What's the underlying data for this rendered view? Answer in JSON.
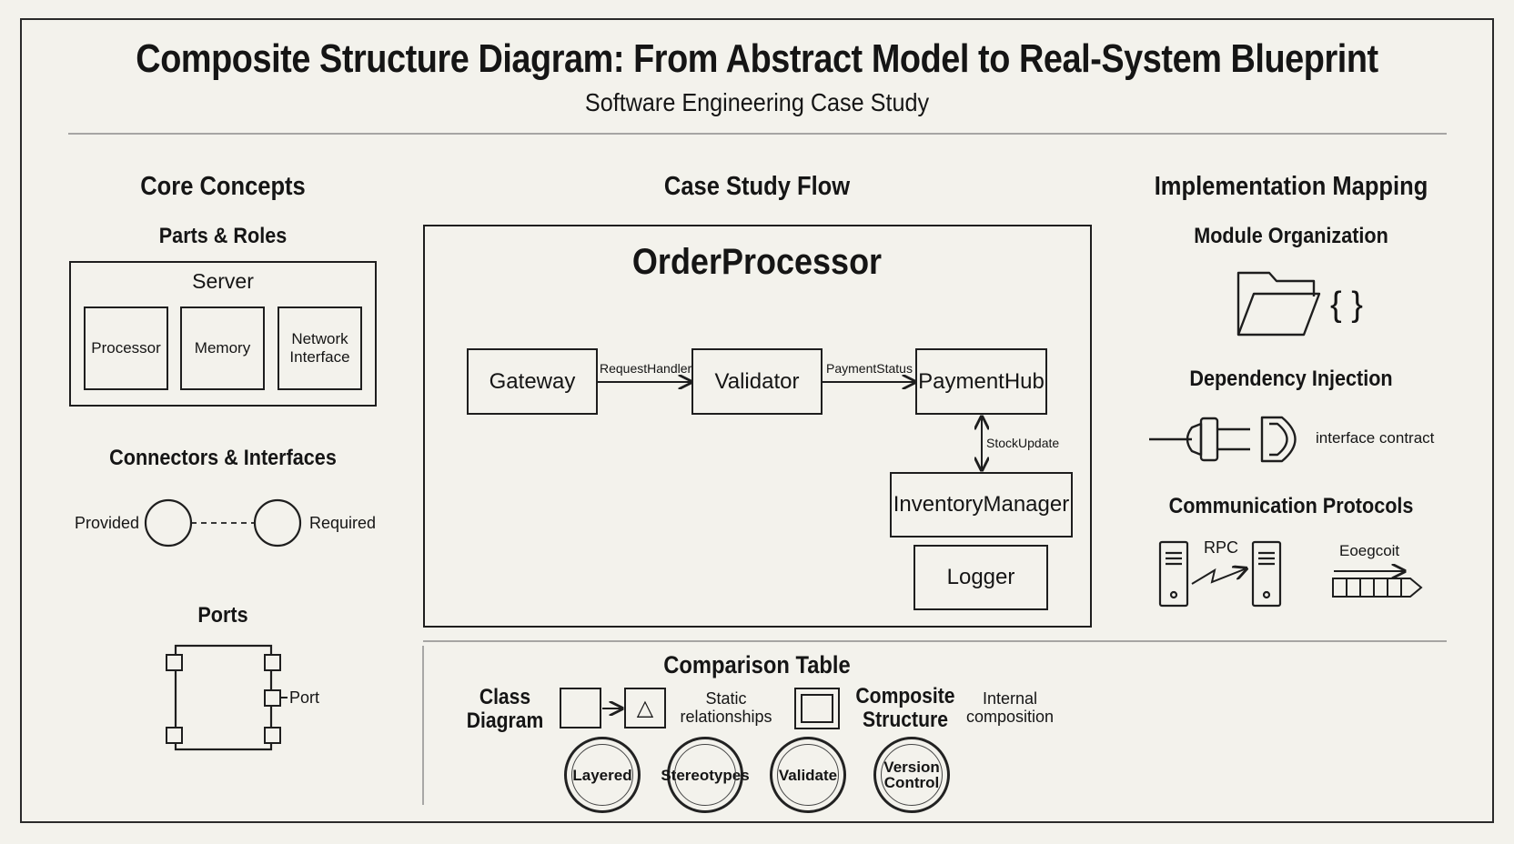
{
  "header": {
    "title": "Composite Structure Diagram: From Abstract Model to Real-System Blueprint",
    "subtitle": "Software Engineering Case Study"
  },
  "core": {
    "heading": "Core Concepts",
    "parts_heading": "Parts & Roles",
    "server_label": "Server",
    "parts": [
      "Processor",
      "Memory",
      "Network Interface"
    ],
    "connectors_heading": "Connectors & Interfaces",
    "provided_label": "Provided",
    "required_label": "Required",
    "ports_heading": "Ports",
    "port_label": "Port"
  },
  "flow": {
    "heading": "Case Study Flow",
    "title": "OrderProcessor",
    "components": {
      "gateway": "Gateway",
      "validator": "Validator",
      "paymenthub": "PaymentHub",
      "inventory": "InventoryManager",
      "logger": "Logger"
    },
    "connectors": {
      "gateway_validator": "RequestHandler",
      "validator_payment": "PaymentStatus",
      "payment_inventory": "StockUpdate"
    }
  },
  "comparison": {
    "heading": "Comparison Table",
    "class_label": "Class Diagram",
    "class_desc": "Static relationships",
    "composite_label": "Composite Structure",
    "composite_desc": "Internal composition",
    "badges": [
      "Layered",
      "Stereotypes",
      "Validate",
      "Version Control"
    ]
  },
  "impl": {
    "heading": "Implementation Mapping",
    "module_heading": "Module Organization",
    "braces": "{ }",
    "di_heading": "Dependency Injection",
    "di_label": "interface contract",
    "comm_heading": "Communication Protocols",
    "rpc_label": "RPC",
    "event_label": "Eoegcoit"
  }
}
